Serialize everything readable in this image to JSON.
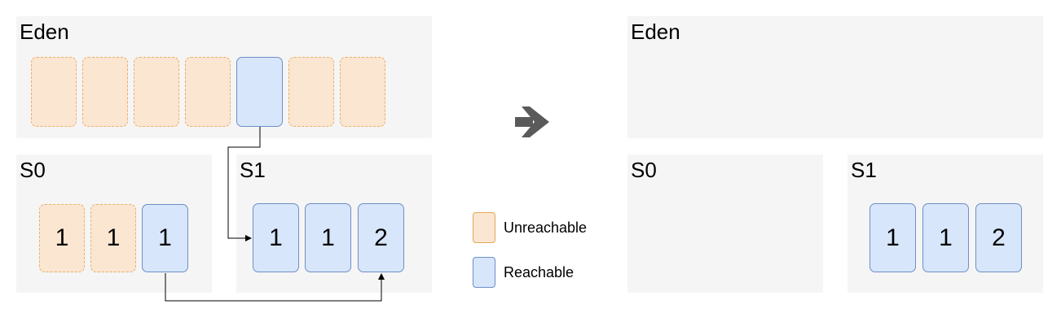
{
  "left": {
    "eden": {
      "label": "Eden",
      "blocks": [
        {
          "state": "unreachable",
          "text": ""
        },
        {
          "state": "unreachable",
          "text": ""
        },
        {
          "state": "unreachable",
          "text": ""
        },
        {
          "state": "unreachable",
          "text": ""
        },
        {
          "state": "reachable",
          "text": ""
        },
        {
          "state": "unreachable",
          "text": ""
        },
        {
          "state": "unreachable",
          "text": ""
        }
      ]
    },
    "s0": {
      "label": "S0",
      "blocks": [
        {
          "state": "unreachable",
          "text": "1"
        },
        {
          "state": "unreachable",
          "text": "1"
        },
        {
          "state": "reachable",
          "text": "1"
        }
      ]
    },
    "s1": {
      "label": "S1",
      "blocks": [
        {
          "state": "reachable",
          "text": "1"
        },
        {
          "state": "reachable",
          "text": "1"
        },
        {
          "state": "reachable",
          "text": "2"
        }
      ]
    }
  },
  "legend": {
    "unreachable_label": "Unreachable",
    "reachable_label": "Reachable"
  },
  "right": {
    "eden": {
      "label": "Eden"
    },
    "s0": {
      "label": "S0"
    },
    "s1": {
      "label": "S1",
      "blocks": [
        {
          "state": "reachable",
          "text": "1"
        },
        {
          "state": "reachable",
          "text": "1"
        },
        {
          "state": "reachable",
          "text": "2"
        }
      ]
    }
  },
  "colors": {
    "region_bg": "#f5f5f5",
    "unreachable_fill": "#fbe6d2",
    "unreachable_border": "#e9b06a",
    "reachable_fill": "#d7e6fa",
    "reachable_border": "#6e8fc6",
    "arrow": "#5a5a5a"
  }
}
